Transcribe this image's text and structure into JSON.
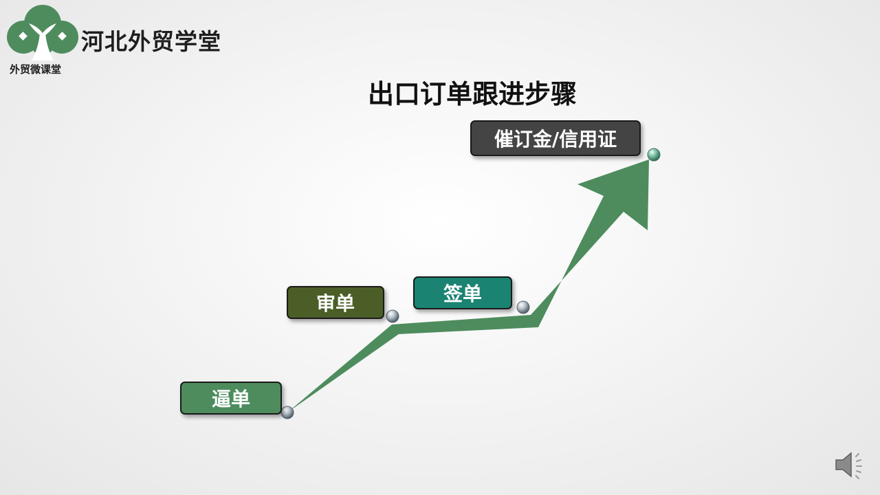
{
  "brand": {
    "name": "河北外贸学堂",
    "sub": "外贸微课堂"
  },
  "title": "出口订单跟进步骤",
  "steps": [
    {
      "label": "逼单",
      "color": "#4e8c5e"
    },
    {
      "label": "审单",
      "color": "#4b5e27"
    },
    {
      "label": "签单",
      "color": "#1a8372"
    },
    {
      "label": "催订金/信用证",
      "color": "#444444"
    }
  ],
  "colors": {
    "arrow": "#4e8c5e",
    "logo": "#4e8c5e"
  },
  "icons": {
    "logo": "tree-logo-icon",
    "speaker": "speaker-icon"
  }
}
